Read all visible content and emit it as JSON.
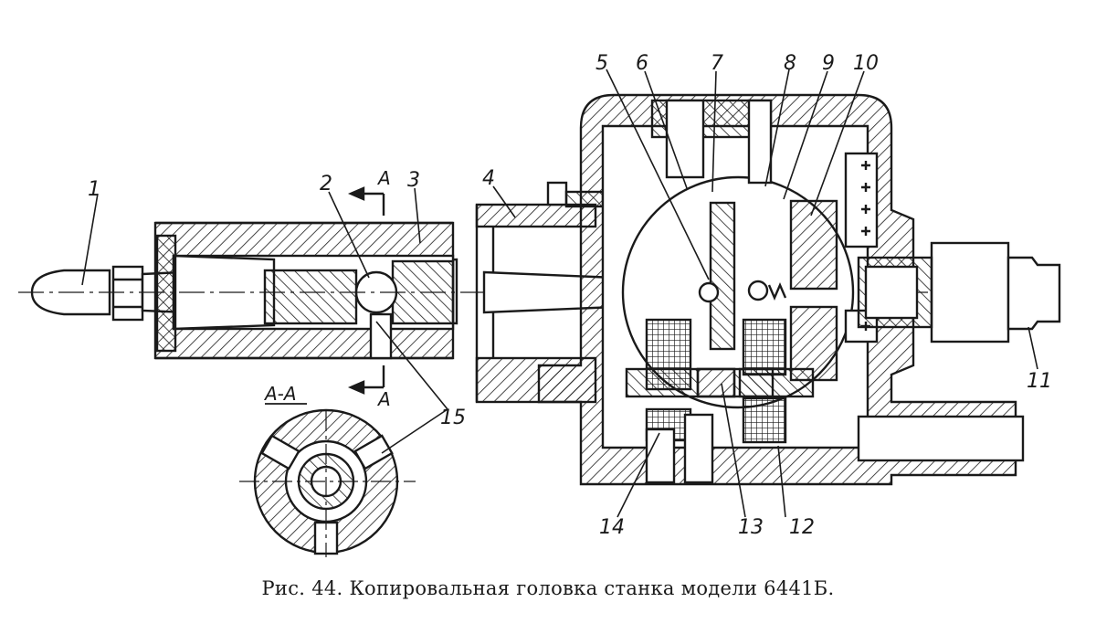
{
  "caption": "Рис. 44. Копировальная головка станка модели 6441Б.",
  "section_marks": {
    "upper": "A",
    "lower": "A",
    "section_title": "A-A"
  },
  "callouts": [
    "1",
    "2",
    "3",
    "4",
    "5",
    "6",
    "7",
    "8",
    "9",
    "10",
    "11",
    "12",
    "13",
    "14",
    "15"
  ]
}
